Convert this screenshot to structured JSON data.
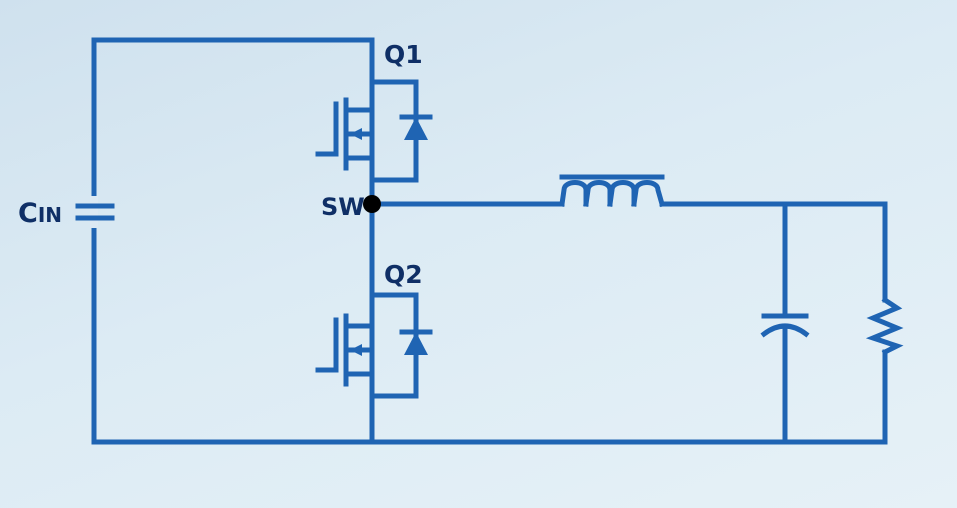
{
  "colors": {
    "wire": "#1f64b3",
    "label": "#0f2f66",
    "node": "#000000"
  },
  "labels": {
    "cin_main": "C",
    "cin_sub": "IN",
    "q1": "Q1",
    "q2": "Q2",
    "sw": "SW"
  }
}
